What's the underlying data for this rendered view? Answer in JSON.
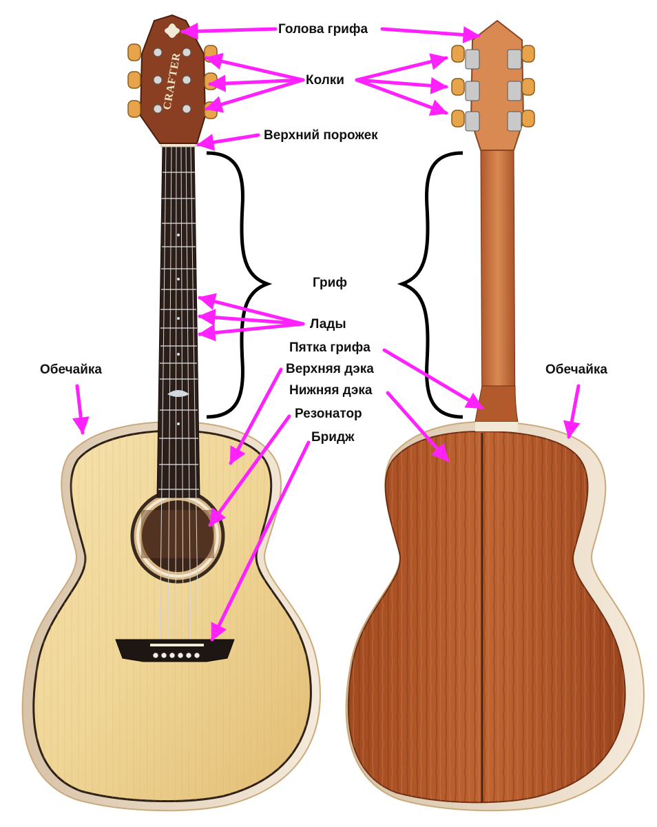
{
  "colors": {
    "arrow": "#ff22ff",
    "top_wood": "#f0d79a",
    "back_wood": "#b3582a",
    "headstock": "#8a3f22",
    "fretboard": "#2b1d17",
    "binding": "#f2e6cc",
    "tuner_button": "#e8a44b"
  },
  "icons": {
    "brace": "curly-brace-icon",
    "arrow": "arrow-icon"
  },
  "labels": {
    "headstock": "Голова грифа",
    "tuners": "Колки",
    "nut": "Верхний порожек",
    "neck": "Гриф",
    "frets": "Лады",
    "heel": "Пятка грифа",
    "top": "Верхняя дэка",
    "back": "Нижняя дэка",
    "soundhole": "Резонатор",
    "bridge": "Бридж",
    "sides_left": "Обечайка",
    "sides_right": "Обечайка"
  },
  "logo_text": "CRAFTER"
}
